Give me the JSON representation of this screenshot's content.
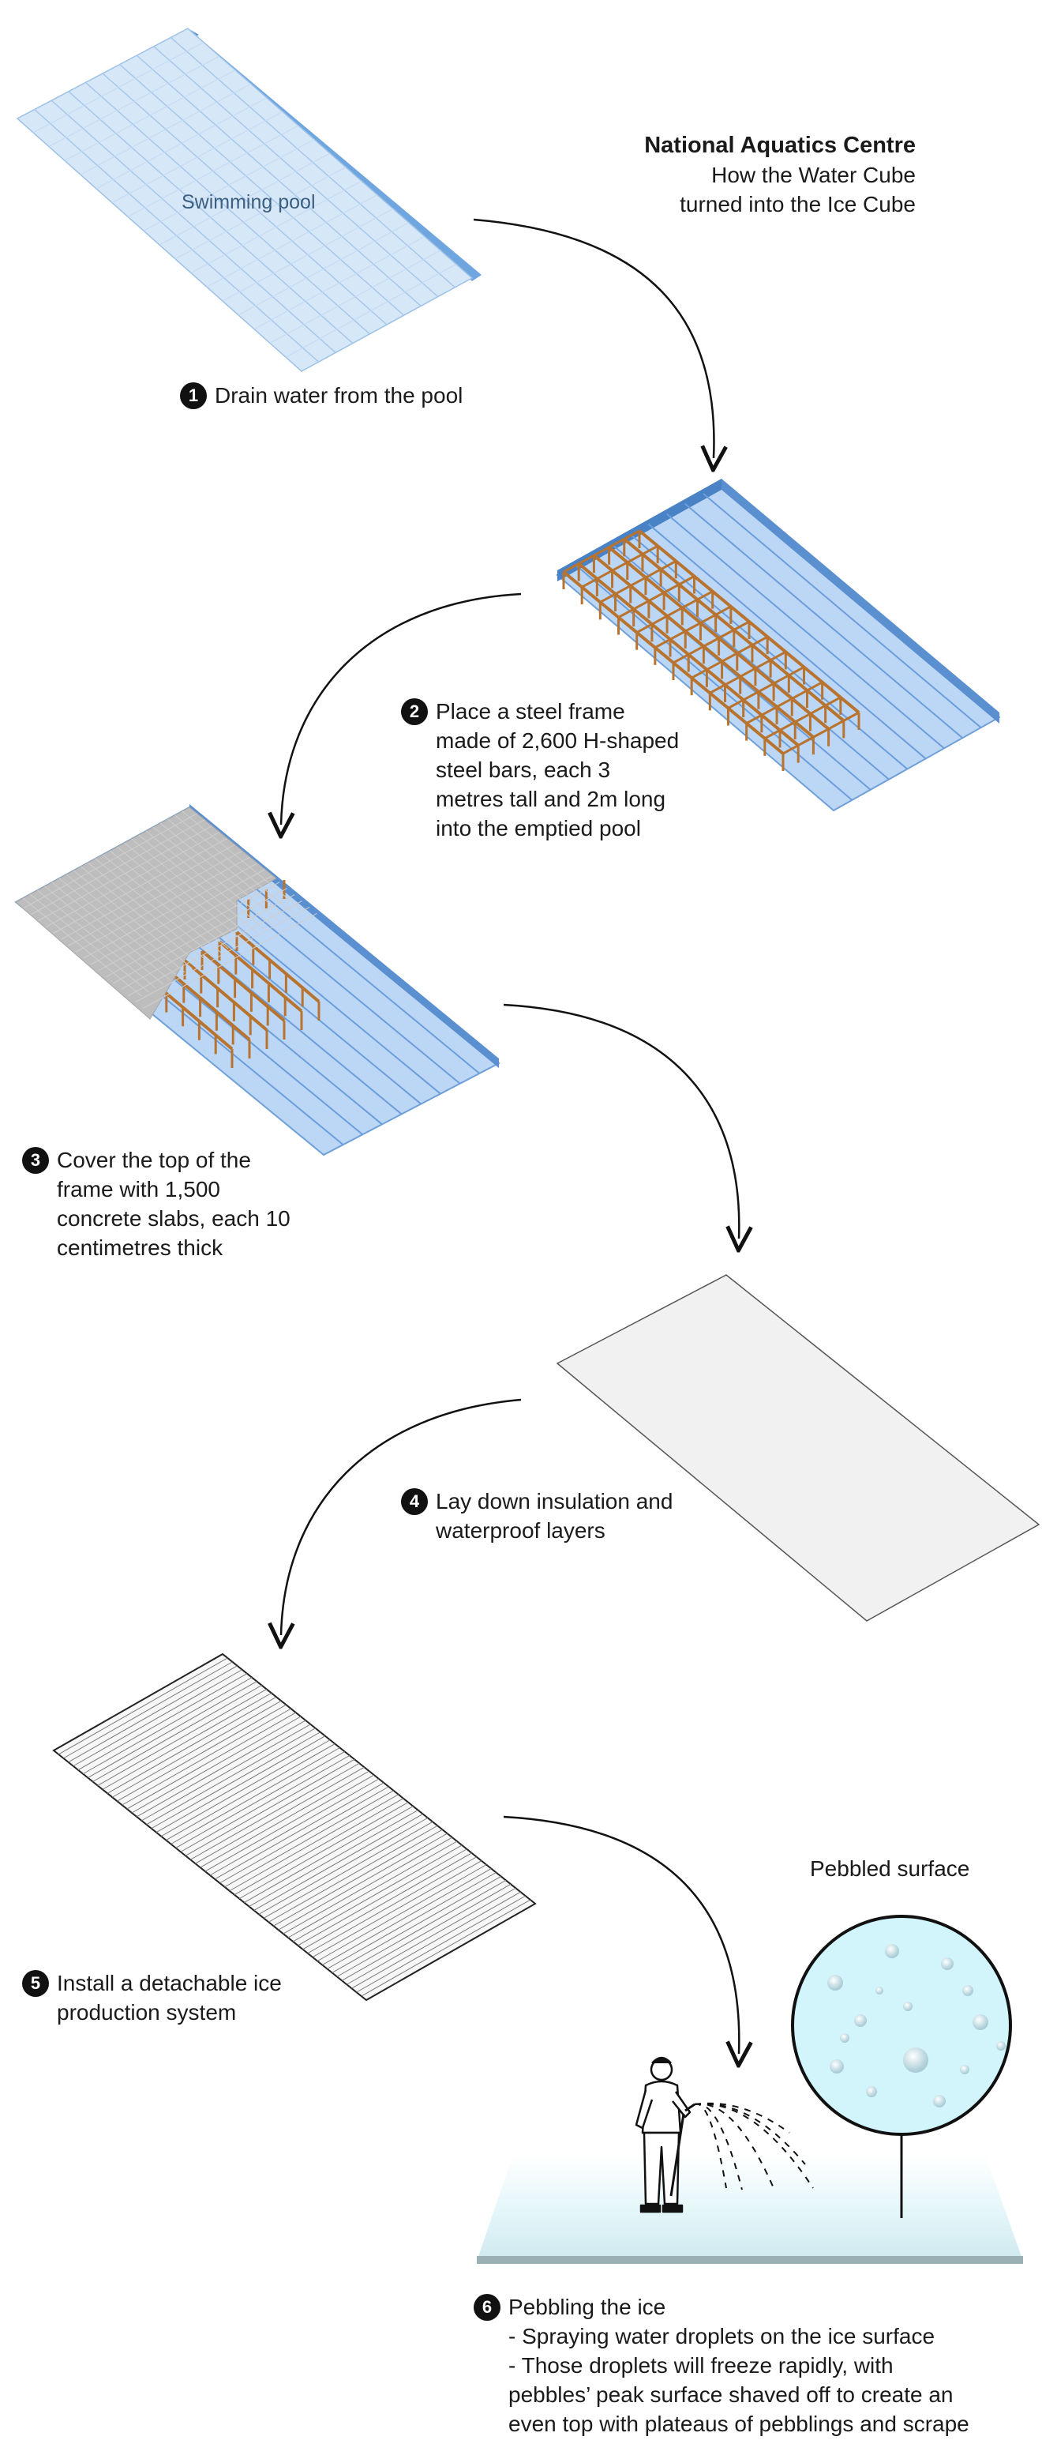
{
  "header": {
    "title": "National Aquatics Centre",
    "subtitle_line1": "How the Water Cube",
    "subtitle_line2": "turned into the Ice Cube"
  },
  "pool_label": "Swimming pool",
  "pebble_label": "Pebbled surface",
  "steps": [
    {
      "num": "1",
      "lines": [
        "Drain water from the pool"
      ]
    },
    {
      "num": "2",
      "lines": [
        "Place a steel frame",
        "made of 2,600 H-shaped",
        "steel bars, each 3",
        "metres tall and 2m long",
        "into the emptied pool"
      ]
    },
    {
      "num": "3",
      "lines": [
        "Cover the top of the",
        "frame with 1,500",
        "concrete slabs, each 10",
        "centimetres thick"
      ]
    },
    {
      "num": "4",
      "lines": [
        "Lay down insulation and",
        "waterproof layers"
      ]
    },
    {
      "num": "5",
      "lines": [
        "Install a detachable ice",
        "production system"
      ]
    },
    {
      "num": "6",
      "lines": [
        "Pebbling the ice",
        "- Spraying water droplets on the ice surface",
        "- Those droplets will freeze rapidly, with",
        "pebbles’ peak surface shaved off to create an",
        "even top with plateaus of pebblings and scrape"
      ]
    }
  ],
  "colors": {
    "water": "#cfe3f7",
    "pool_wall": "#6fa6e0",
    "steel": "#b8732e",
    "concrete": "#b9b9b9",
    "insulation": "#f1f1f1",
    "ice_circle": "#d2f5fb",
    "ice_floor": "#e4f7fa"
  },
  "icons": [
    "arrow-curve",
    "person-with-hose",
    "magnifier-circle"
  ]
}
